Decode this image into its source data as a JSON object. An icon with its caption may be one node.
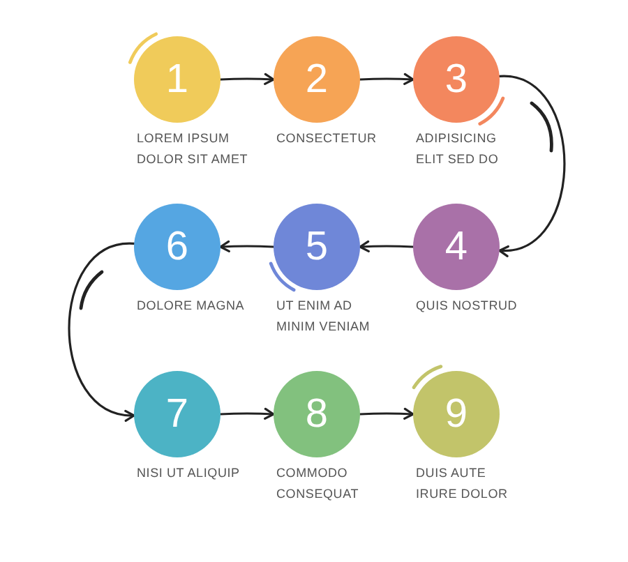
{
  "diagram": {
    "nodes": [
      {
        "text": [
          "1"
        ],
        "beside": [
          "LOREM IPSUM DOLOR SIT AMET"
        ]
      },
      {
        "text": [
          "2"
        ],
        "beside": [
          "CONSECTETUR"
        ]
      },
      {
        "text": [
          "3"
        ],
        "beside": [
          "ADIPISICING ELIT SED DO"
        ]
      },
      {
        "text": [
          "4"
        ],
        "beside": [
          "QUIS NOSTRUD"
        ]
      },
      {
        "text": [
          "5"
        ],
        "beside": [
          "UT ENIM AD MINIM VENIAM"
        ]
      },
      {
        "text": [
          "6"
        ],
        "beside": [
          "DOLORE MAGNA"
        ]
      },
      {
        "text": [
          "7"
        ],
        "beside": [
          "NISI UT ALIQUIP"
        ]
      },
      {
        "text": [
          "8"
        ],
        "beside": [
          "COMMODO CONSEQUAT"
        ]
      },
      {
        "text": [
          "9"
        ],
        "beside": [
          "DUIS AUTE IRURE DOLOR"
        ]
      }
    ],
    "edges": [
      {
        "from": 0,
        "to": 1,
        "arrow": "to"
      },
      {
        "from": 1,
        "to": 2,
        "arrow": "to"
      },
      {
        "from": 2,
        "to": 3,
        "arrow": "to"
      },
      {
        "from": 3,
        "to": 4,
        "arrow": "to"
      },
      {
        "from": 4,
        "to": 5,
        "arrow": "to"
      },
      {
        "from": 5,
        "to": 6,
        "arrow": "to"
      },
      {
        "from": 6,
        "to": 7,
        "arrow": "to"
      },
      {
        "from": 7,
        "to": 8,
        "arrow": "to"
      }
    ]
  }
}
